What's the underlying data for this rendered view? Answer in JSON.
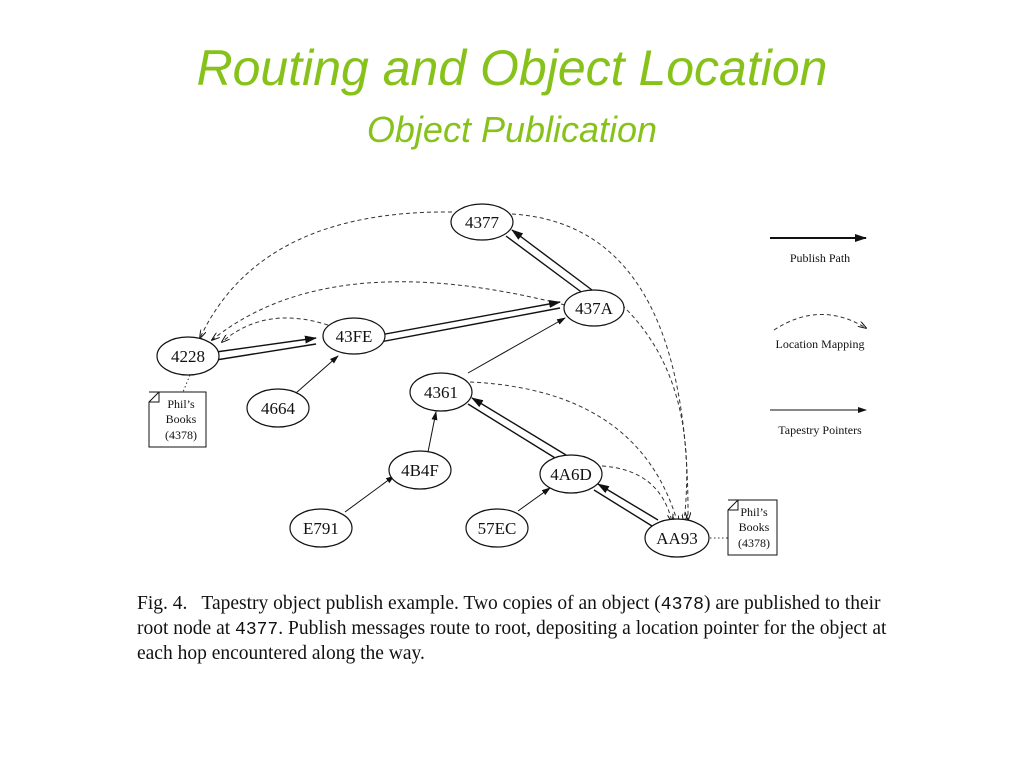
{
  "slide": {
    "title": "Routing and Object Location",
    "subtitle": "Object Publication"
  },
  "diagram": {
    "nodes": [
      {
        "id": "4377",
        "label": "4377"
      },
      {
        "id": "437A",
        "label": "437A"
      },
      {
        "id": "4228",
        "label": "4228"
      },
      {
        "id": "43FE",
        "label": "43FE"
      },
      {
        "id": "4664",
        "label": "4664"
      },
      {
        "id": "4361",
        "label": "4361"
      },
      {
        "id": "4B4F",
        "label": "4B4F"
      },
      {
        "id": "E791",
        "label": "E791"
      },
      {
        "id": "4A6D",
        "label": "4A6D"
      },
      {
        "id": "57EC",
        "label": "57EC"
      },
      {
        "id": "AA93",
        "label": "AA93"
      }
    ],
    "notes": [
      {
        "id": "note-4228",
        "lines": [
          "Phil’s",
          "Books",
          "(4378)"
        ]
      },
      {
        "id": "note-aa93",
        "lines": [
          "Phil’s",
          "Books",
          "(4378)"
        ]
      }
    ],
    "legend": {
      "publish_path": "Publish Path",
      "location_mapping": "Location Mapping",
      "tapestry_pointers": "Tapestry Pointers"
    }
  },
  "caption": {
    "fig": "Fig. 4.",
    "part1": "Tapestry object publish example. Two copies of an object (",
    "object_id": "4378",
    "part2": ") are published to their root node at ",
    "root_id": "4377",
    "part3": ". Publish messages route to root, depositing a location pointer for the object at each hop encountered along the way."
  }
}
